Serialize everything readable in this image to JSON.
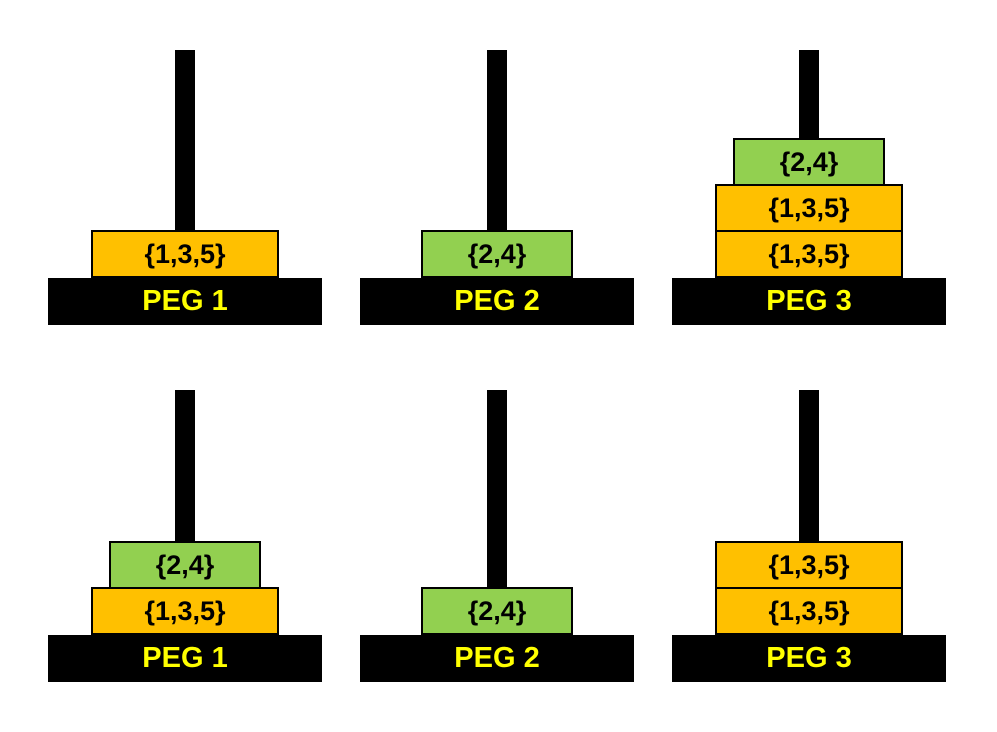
{
  "colors": {
    "disk_orange": "#FFC000",
    "disk_green": "#92D050",
    "structure_black": "#000000",
    "peg_label_yellow": "#FFFF00",
    "background": "#FFFFFF"
  },
  "rows": [
    {
      "name": "top",
      "pegs": [
        {
          "label": "PEG 1",
          "disks_bottom_to_top": [
            {
              "text": "{1,3,5}",
              "color": "orange",
              "size": "large"
            }
          ]
        },
        {
          "label": "PEG 2",
          "disks_bottom_to_top": [
            {
              "text": "{2,4}",
              "color": "green",
              "size": "small"
            }
          ]
        },
        {
          "label": "PEG 3",
          "disks_bottom_to_top": [
            {
              "text": "{1,3,5}",
              "color": "orange",
              "size": "large"
            },
            {
              "text": "{1,3,5}",
              "color": "orange",
              "size": "large"
            },
            {
              "text": "{2,4}",
              "color": "green",
              "size": "small"
            }
          ]
        }
      ]
    },
    {
      "name": "bottom",
      "pegs": [
        {
          "label": "PEG 1",
          "disks_bottom_to_top": [
            {
              "text": "{1,3,5}",
              "color": "orange",
              "size": "large"
            },
            {
              "text": "{2,4}",
              "color": "green",
              "size": "small"
            }
          ]
        },
        {
          "label": "PEG 2",
          "disks_bottom_to_top": [
            {
              "text": "{2,4}",
              "color": "green",
              "size": "small"
            }
          ]
        },
        {
          "label": "PEG 3",
          "disks_bottom_to_top": [
            {
              "text": "{1,3,5}",
              "color": "orange",
              "size": "large"
            },
            {
              "text": "{1,3,5}",
              "color": "orange",
              "size": "large"
            }
          ]
        }
      ]
    }
  ]
}
